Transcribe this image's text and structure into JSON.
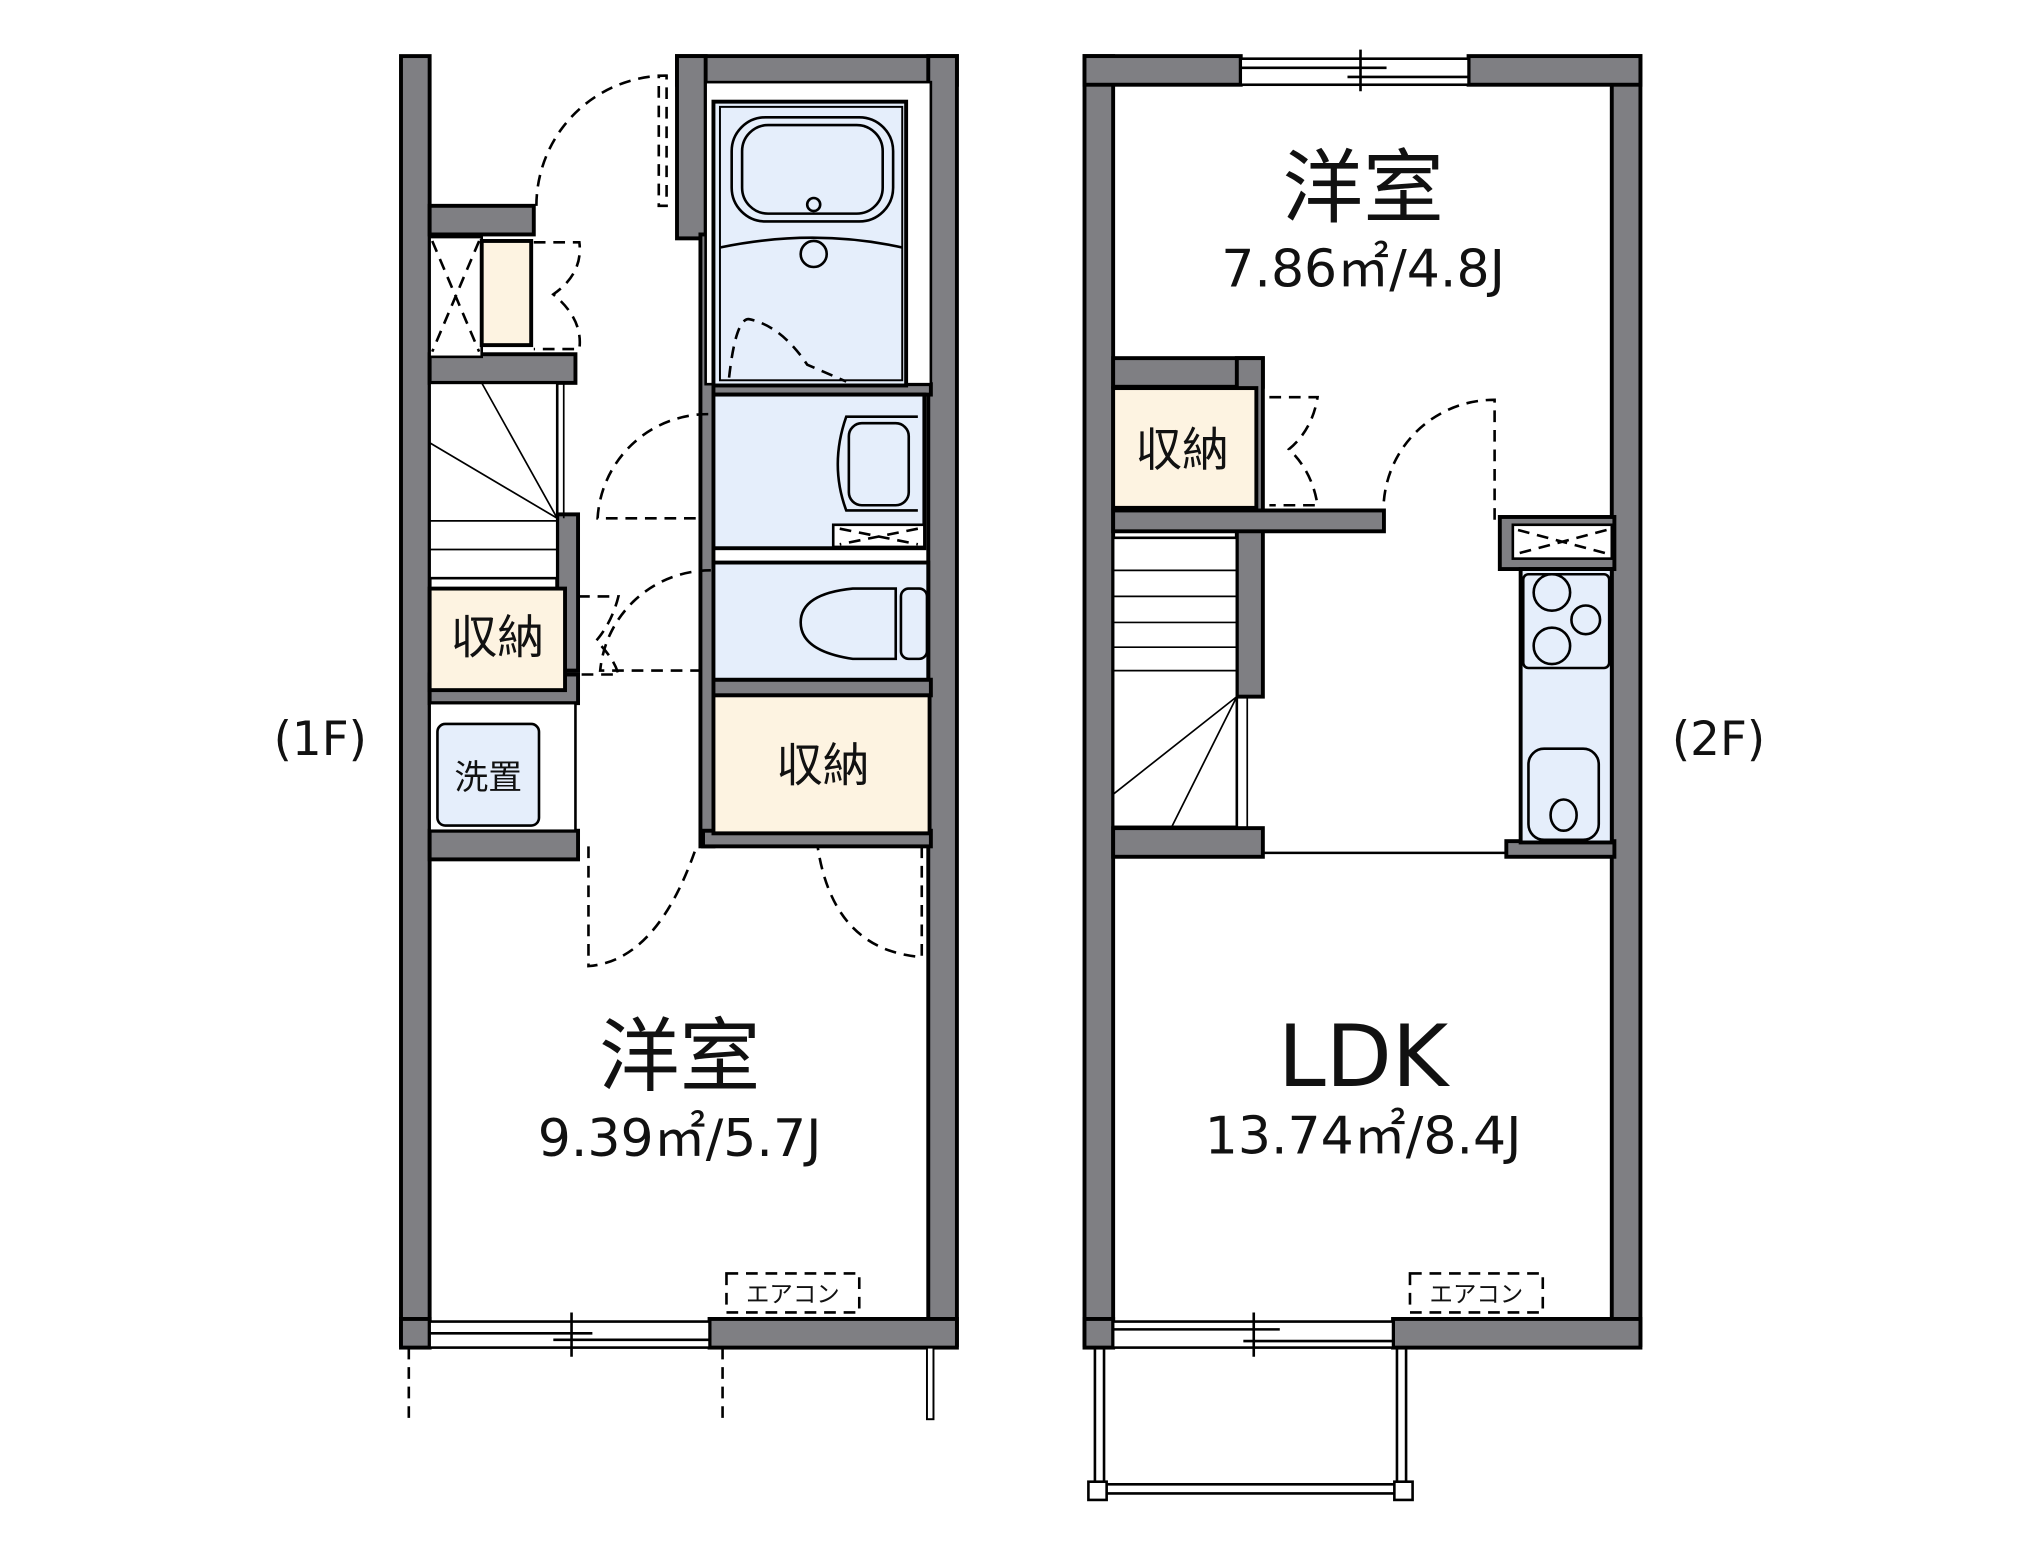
{
  "floors": [
    {
      "label": "(1F)",
      "rooms": [
        {
          "name": "洋室",
          "area": "9.39㎡/5.7J"
        },
        {
          "name": "収納",
          "area": ""
        },
        {
          "name": "収納",
          "area": ""
        },
        {
          "name": "洗置",
          "area": ""
        }
      ],
      "ac_label": "エアコン"
    },
    {
      "label": "(2F)",
      "rooms": [
        {
          "name": "洋室",
          "area": "7.86㎡/4.8J"
        },
        {
          "name": "LDK",
          "area": "13.74㎡/8.4J"
        },
        {
          "name": "収納",
          "area": ""
        }
      ],
      "ac_label": "エアコン"
    }
  ],
  "colors": {
    "wall": "#7f7f83",
    "wet_area": "#e5eefb",
    "storage": "#fdf3e1"
  }
}
